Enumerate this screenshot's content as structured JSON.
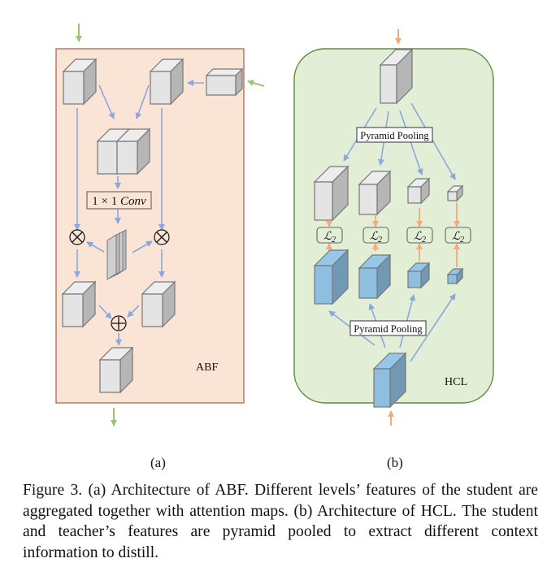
{
  "figure": {
    "panel_a": {
      "block_label": "ABF",
      "conv_label_prefix": "1 × 1 ",
      "conv_label_italic": "Conv",
      "multiply_symbol": "⊗",
      "add_symbol": "⊕",
      "sublabel": "(a)"
    },
    "panel_b": {
      "block_label": "HCL",
      "top_pooling_label": "Pyramid Pooling",
      "bottom_pooling_label": "Pyramid Pooling",
      "loss_labels": [
        "ℒ2",
        "ℒ2",
        "ℒ2",
        "ℒ2"
      ],
      "sublabel": "(b)"
    },
    "colors": {
      "abf_fill": "#fae4d6",
      "abf_border": "#b0684a",
      "hcl_fill": "#e2eed6",
      "hcl_border": "#5e8a3e",
      "arrow_blue": "#8aa8df",
      "arrow_green": "#9cc47c",
      "arrow_orange": "#f3aa7c",
      "teacher_cube": "#e4e4e4",
      "student_cube": "#8fbfe0"
    }
  },
  "caption": {
    "text": "Figure 3. (a) Architecture of ABF. Different levels’ features of the student are aggregated together with attention maps.  (b) Architecture of HCL. The student and teacher’s features are pyramid pooled to extract different context information to distill."
  }
}
